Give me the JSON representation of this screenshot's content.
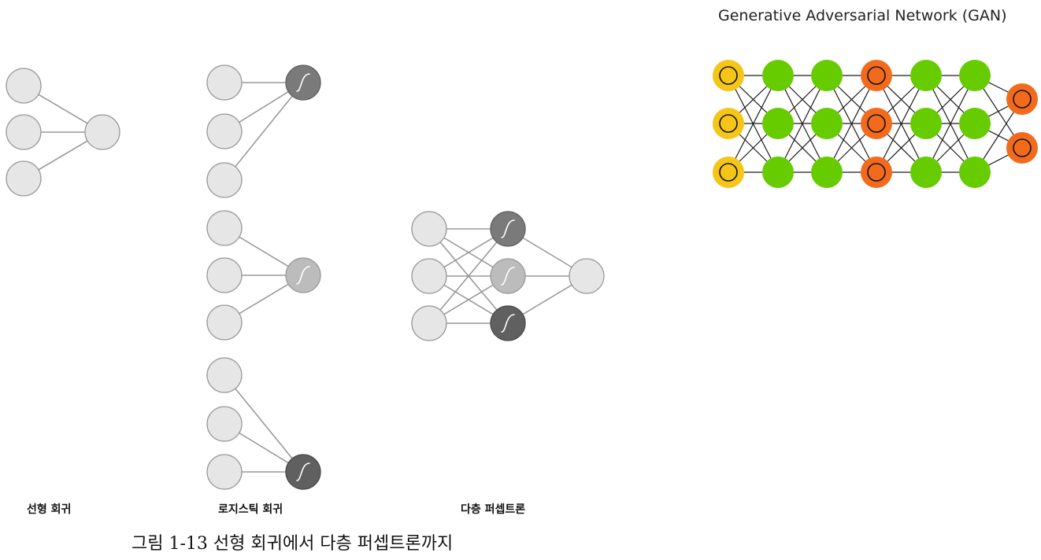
{
  "labels": {
    "linear": "선형 회귀",
    "logistic": "로지스틱 회귀",
    "mlp": "다층 퍼셉트론"
  },
  "caption": "그림 1-13 선형 회귀에서 다층 퍼셉트론까지",
  "gan": {
    "title": "Generative Adversarial Network (GAN)",
    "layer_kinds": [
      "input",
      "hidden",
      "hidden",
      "output",
      "hidden",
      "hidden",
      "output"
    ],
    "layer_sizes": [
      3,
      3,
      3,
      3,
      3,
      3,
      2
    ],
    "colors": {
      "input": "#f5c518",
      "hidden": "#66cc00",
      "output": "#f26b1d",
      "ring": "#111111"
    }
  },
  "icons": {
    "sigmoid": "sigmoid-curve-icon"
  }
}
